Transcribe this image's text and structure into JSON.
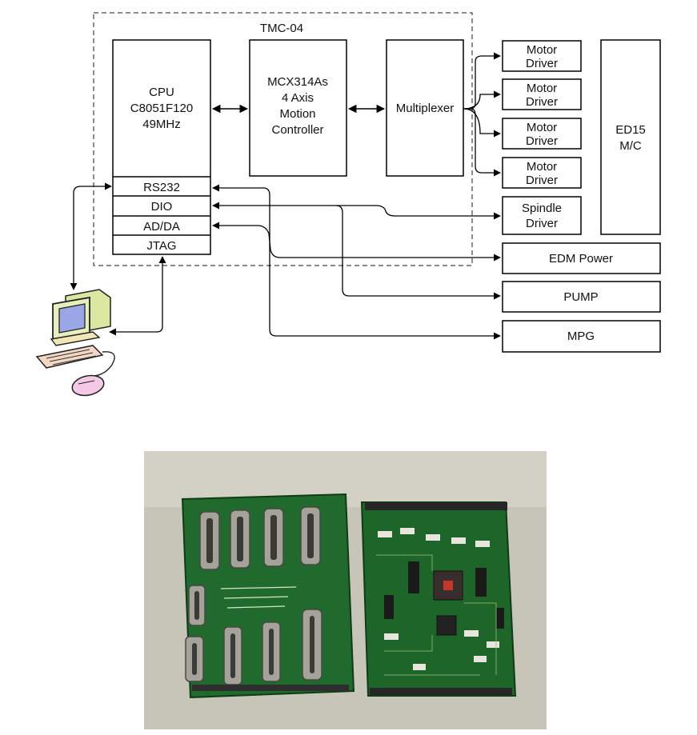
{
  "diagram": {
    "group_title": "TMC-04",
    "cpu": [
      "CPU",
      "C8051F120",
      "49MHz"
    ],
    "ports": [
      "RS232",
      "DIO",
      "AD/DA",
      "JTAG"
    ],
    "motion_controller": [
      "MCX314As",
      "4 Axis",
      "Motion",
      "Controller"
    ],
    "multiplexer": "Multiplexer",
    "motor_drivers": [
      [
        "Motor",
        "Driver"
      ],
      [
        "Motor",
        "Driver"
      ],
      [
        "Motor",
        "Driver"
      ],
      [
        "Motor",
        "Driver"
      ]
    ],
    "spindle_driver": [
      "Spindle",
      "Driver"
    ],
    "machine": [
      "ED15",
      "M/C"
    ],
    "edm_power": "EDM Power",
    "pump": "PUMP",
    "mpg": "MPG",
    "computer_icon": "desktop-computer-icon"
  },
  "photo": {
    "subject": "two-green-circuit-boards",
    "colors": {
      "table": "#c9c6bb",
      "pcb": "#1f6a2c",
      "pcb_dark": "#103d19",
      "connector": "#a5a29a"
    }
  }
}
